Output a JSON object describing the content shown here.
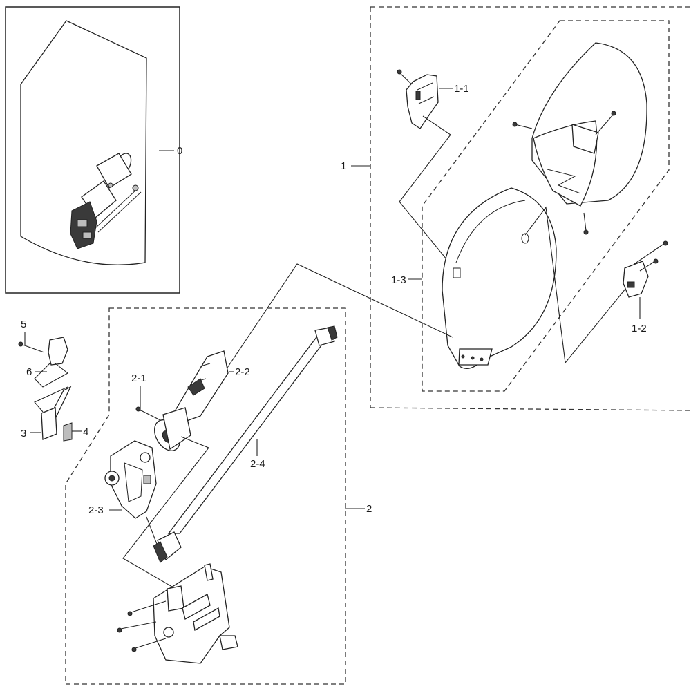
{
  "labels": {
    "assembly": "0",
    "group_1": "1",
    "part_1_1": "1-1",
    "part_1_2": "1-2",
    "part_1_3": "1-3",
    "group_2": "2",
    "part_2_1": "2-1",
    "part_2_2": "2-2",
    "part_2_3": "2-3",
    "part_2_4": "2-4",
    "part_3": "3",
    "part_4": "4",
    "part_5": "5",
    "part_6": "6"
  }
}
